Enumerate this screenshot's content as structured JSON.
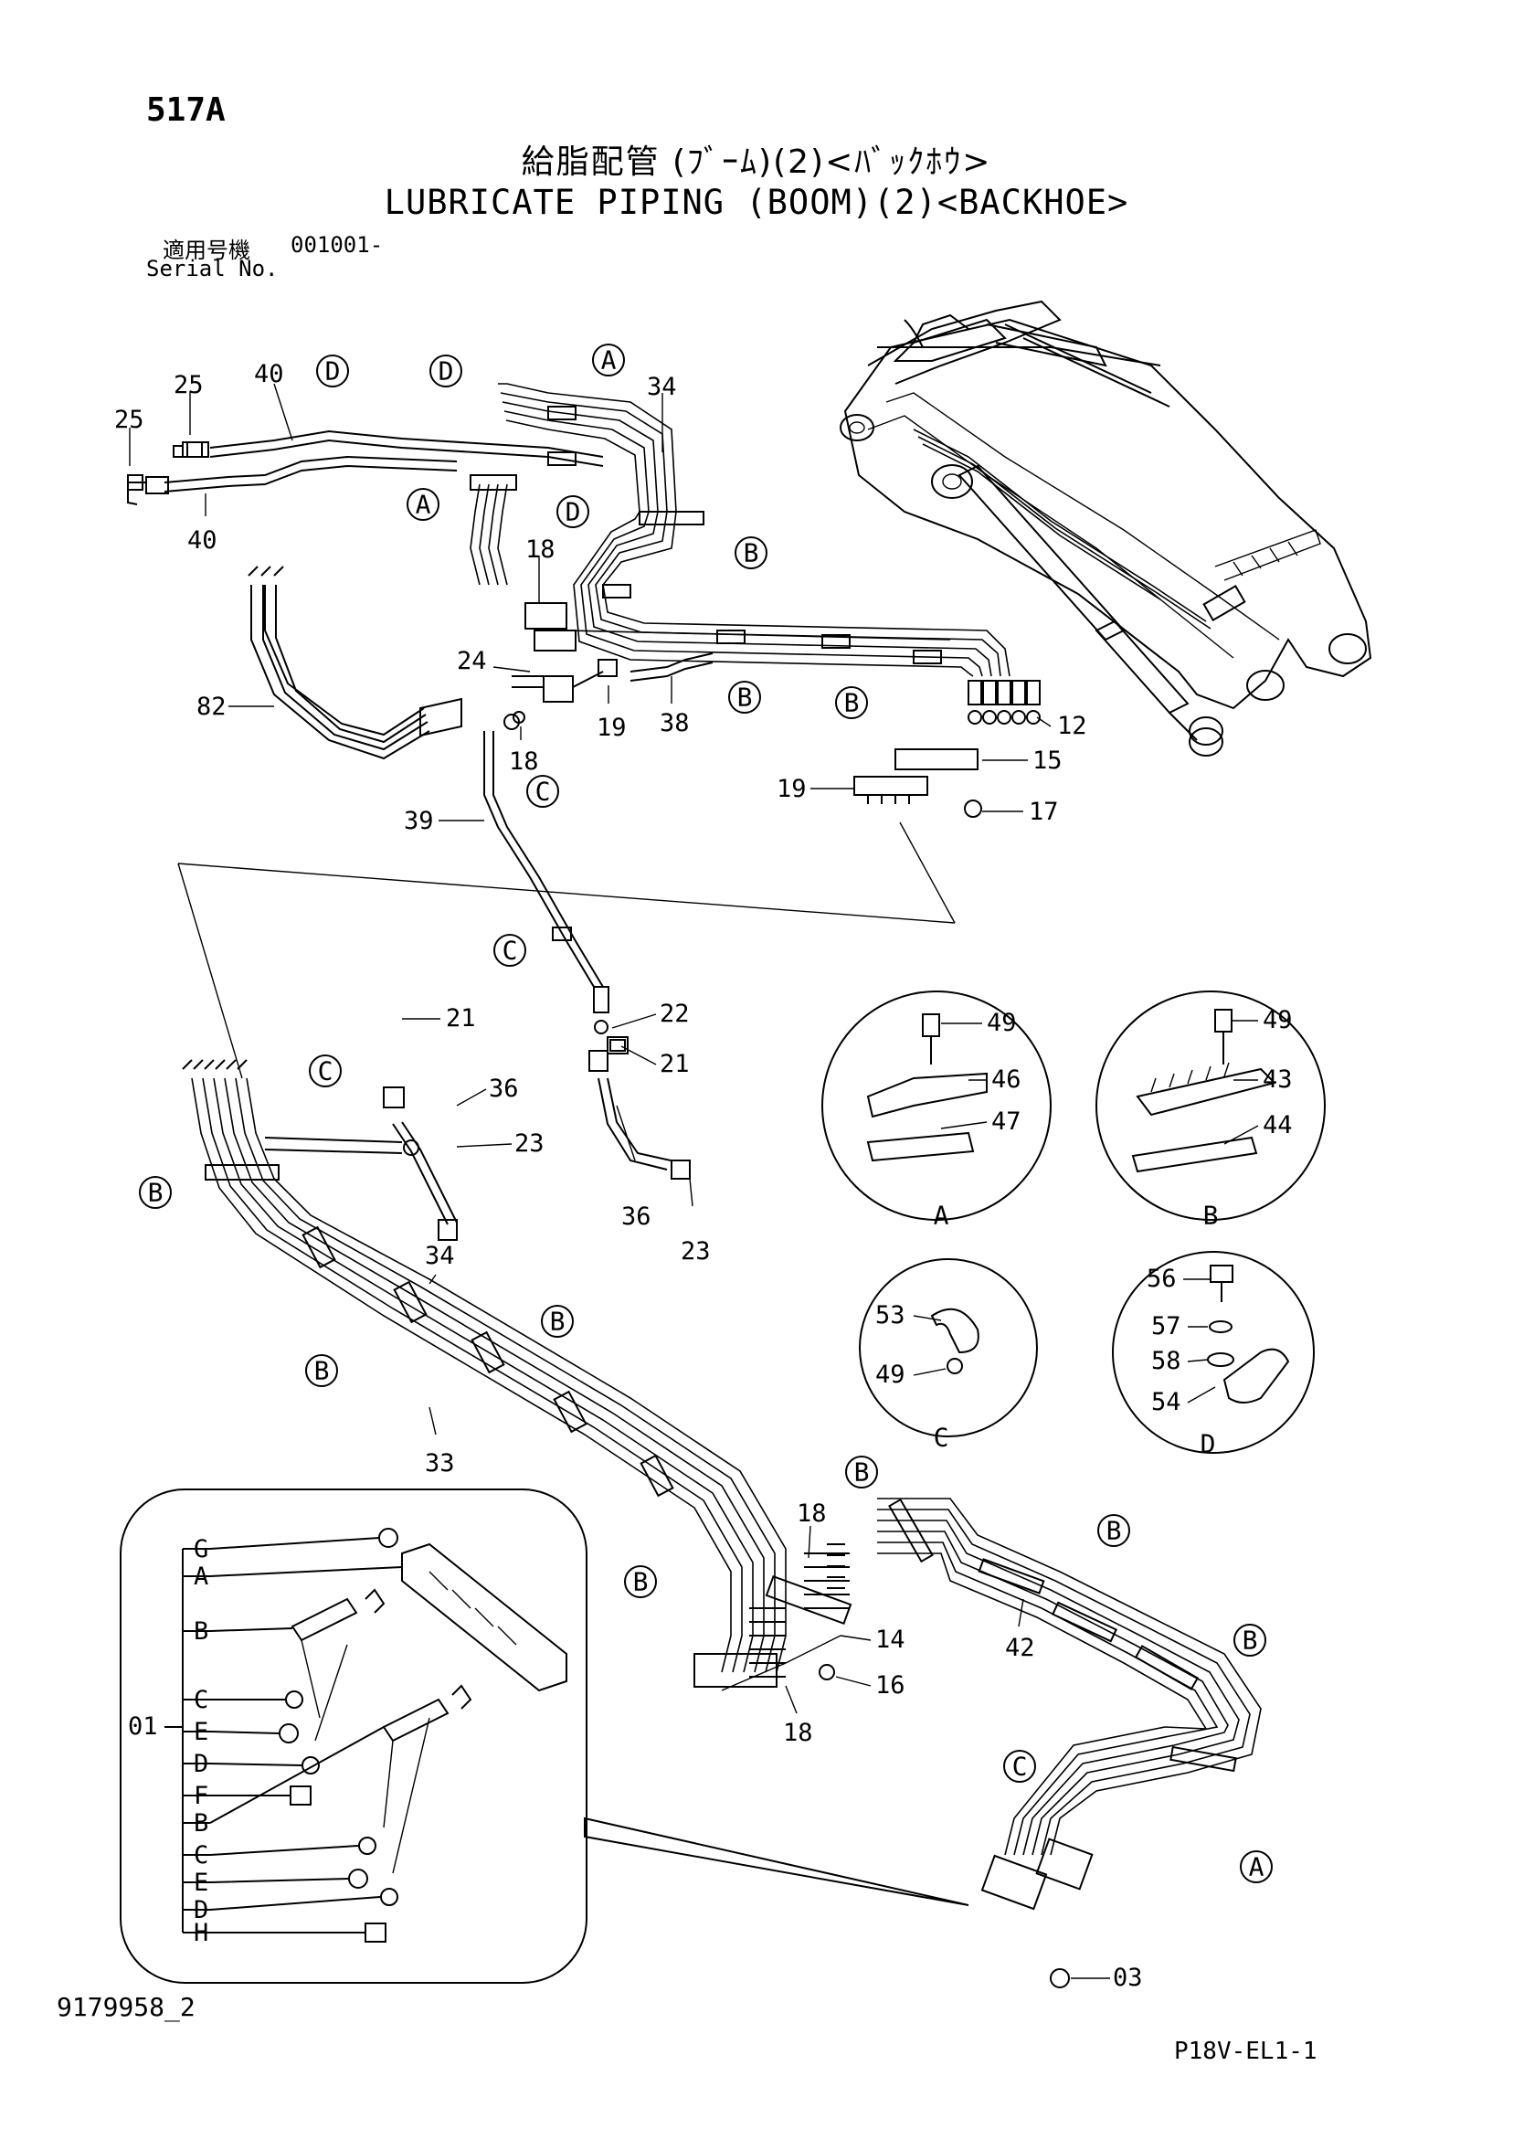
{
  "header": {
    "page_number": "517A",
    "title_jp": "給脂配管 (ﾌﾞｰﾑ)(2)<ﾊﾞｯｸﾎｳ>",
    "title_en": "LUBRICATE PIPING (BOOM)(2)<BACKHOE>",
    "serial_label_jp": "適用号機",
    "serial_value": "001001-",
    "serial_label_en": "Serial No."
  },
  "footer": {
    "drawing_number": "9179958_2",
    "sheet_code": "P18V-EL1-1"
  },
  "part_labels": [
    "25",
    "25",
    "40",
    "40",
    "34",
    "18",
    "24",
    "82",
    "18",
    "19",
    "38",
    "12",
    "15",
    "19",
    "17",
    "39",
    "21",
    "22",
    "21",
    "36",
    "36",
    "23",
    "23",
    "49",
    "46",
    "47",
    "49",
    "43",
    "44",
    "53",
    "49",
    "56",
    "57",
    "58",
    "54",
    "34",
    "33",
    "18",
    "14",
    "16",
    "18",
    "42",
    "03",
    "01"
  ],
  "detail_letters": [
    "A",
    "A",
    "A",
    "B",
    "B",
    "B",
    "B",
    "B",
    "B",
    "B",
    "B",
    "B",
    "B",
    "C",
    "C",
    "C",
    "C",
    "C",
    "D",
    "D",
    "D",
    "D"
  ],
  "inset_callouts": [
    "G",
    "A",
    "B",
    "C",
    "E",
    "D",
    "F",
    "B",
    "C",
    "E",
    "D",
    "H"
  ],
  "detail_views": [
    {
      "letter": "A",
      "parts": [
        "49",
        "46",
        "47"
      ]
    },
    {
      "letter": "B",
      "parts": [
        "49",
        "43",
        "44"
      ]
    },
    {
      "letter": "C",
      "parts": [
        "53",
        "49"
      ]
    },
    {
      "letter": "D",
      "parts": [
        "56",
        "57",
        "58",
        "54"
      ]
    }
  ]
}
